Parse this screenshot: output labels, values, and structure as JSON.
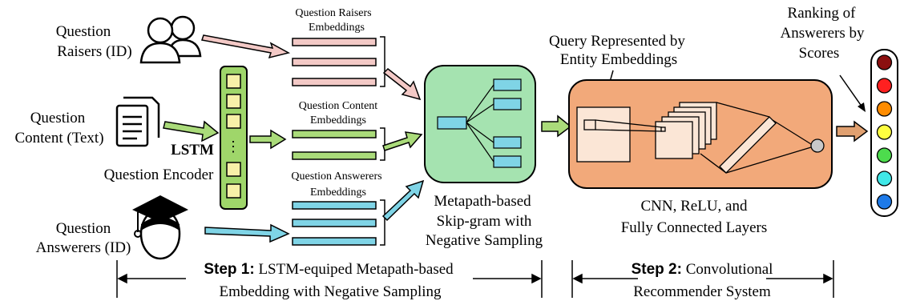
{
  "inputs": {
    "raisers": [
      "Question",
      "Raisers (ID)"
    ],
    "content": [
      "Question",
      "Content (Text)"
    ],
    "answerers": [
      "Question",
      "Answerers (ID)"
    ]
  },
  "encoder": {
    "lstm_label": "LSTM",
    "caption": "Question Encoder",
    "ellipsis": "⋮"
  },
  "embeddings": {
    "raisers": [
      "Question Raisers",
      "Embeddings"
    ],
    "content": [
      "Question Content",
      "Embeddings"
    ],
    "answerers": [
      "Question Answerers",
      "Embeddings"
    ]
  },
  "skipgram": {
    "caption": [
      "Metapath-based",
      "Skip-gram with",
      "Negative Sampling"
    ]
  },
  "query": [
    "Query Represented by",
    "Entity Embeddings"
  ],
  "cnn": {
    "caption": [
      "CNN, ReLU, and",
      "Fully Connected Layers"
    ]
  },
  "ranking": {
    "caption": [
      "Ranking of",
      "Answerers by",
      "Scores"
    ],
    "colors": [
      "#8b0f0f",
      "#ff2020",
      "#ff8c00",
      "#ffff40",
      "#4ddc4d",
      "#40e8e8",
      "#1e7ae8"
    ]
  },
  "steps": {
    "step1": {
      "bold": "Step 1:",
      "text": [
        " LSTM-equiped Metapath-based",
        "Embedding with Negative Sampling"
      ]
    },
    "step2": {
      "bold": "Step 2:",
      "text": [
        " Convolutional",
        "Recommender System"
      ]
    }
  },
  "colors": {
    "pink": "#f3c9c6",
    "green_light": "#aadb7a",
    "lstm_green": "#9fd66a",
    "cell_yellow": "#f7f0a8",
    "cyan": "#7fd4e6",
    "skipgram_fill": "#a5e3b0",
    "cnn_fill": "#f2a97a",
    "arrow_tan": "#e0a070"
  }
}
